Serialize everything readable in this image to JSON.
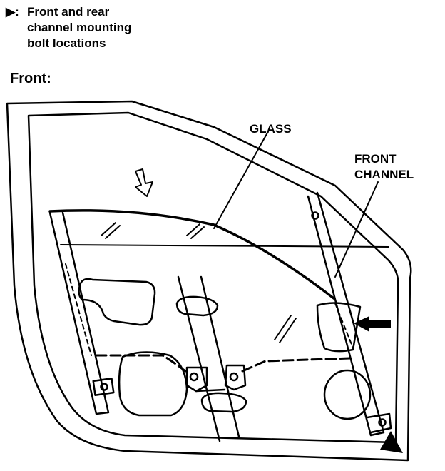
{
  "legend": {
    "marker": "▶:",
    "line1": "Front and rear",
    "line2": "channel mounting",
    "line3": "bolt locations"
  },
  "section_title": "Front:",
  "labels": {
    "glass": "GLASS",
    "front_channel_1": "FRONT",
    "front_channel_2": "CHANNEL"
  }
}
